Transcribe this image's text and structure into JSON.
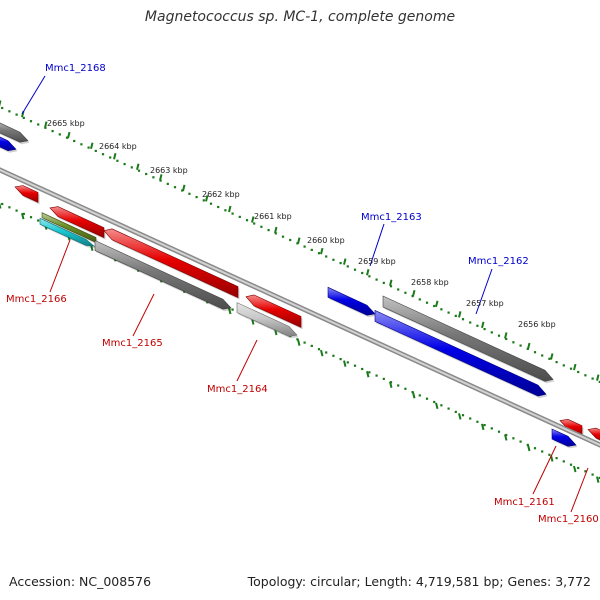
{
  "title": "Magnetococcus sp. MC-1, complete genome",
  "footer": {
    "accession": "Accession: NC_008576",
    "topology": "Topology: circular; Length: 4,719,581 bp; Genes: 3,772"
  },
  "colors": {
    "red": "#e60000",
    "blue": "#0000e6",
    "gray": "#777777",
    "light_gray": "#c8c8c8",
    "olive": "#6b8e23",
    "cyan": "#19c8d2",
    "tick_green": "#1a7a1a",
    "label_red": "#c00000",
    "label_blue": "#0000cc"
  },
  "kbp_ticks": [
    {
      "label": "2665 kbp"
    },
    {
      "label": "2664 kbp"
    },
    {
      "label": "2663 kbp"
    },
    {
      "label": "2662 kbp"
    },
    {
      "label": "2661 kbp"
    },
    {
      "label": "2660 kbp"
    },
    {
      "label": "2659 kbp"
    },
    {
      "label": "2658 kbp"
    },
    {
      "label": "2657 kbp"
    },
    {
      "label": "2656 kbp"
    }
  ],
  "gene_labels": [
    {
      "name": "Mmc1_2168",
      "color": "blue"
    },
    {
      "name": "Mmc1_2163",
      "color": "blue"
    },
    {
      "name": "Mmc1_2162",
      "color": "blue"
    },
    {
      "name": "Mmc1_2166",
      "color": "red"
    },
    {
      "name": "Mmc1_2165",
      "color": "red"
    },
    {
      "name": "Mmc1_2164",
      "color": "red"
    },
    {
      "name": "Mmc1_2161",
      "color": "red"
    },
    {
      "name": "Mmc1_2160",
      "color": "red"
    }
  ]
}
